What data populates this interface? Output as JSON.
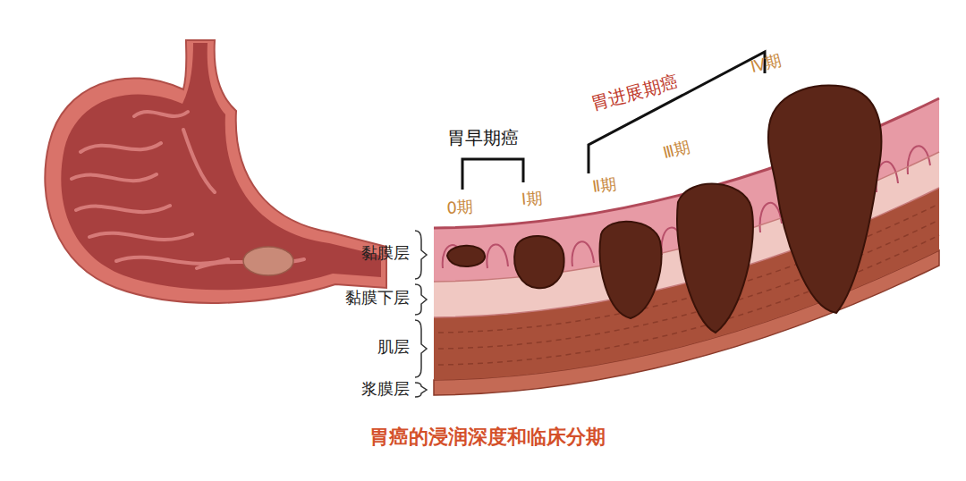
{
  "diagram": {
    "caption": "胃癌的浸润深度和临床分期",
    "labels": [
      "胃早期癌",
      "胃进展期癌",
      "0期",
      "Ⅰ期",
      "Ⅱ期",
      "Ⅲ期",
      "Ⅳ期",
      "黏膜层",
      "黏膜下层",
      "肌层",
      "浆膜层"
    ]
  }
}
